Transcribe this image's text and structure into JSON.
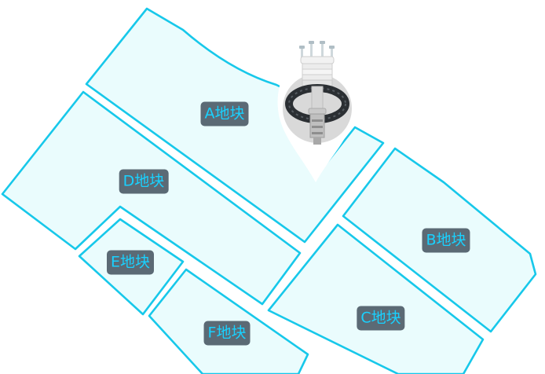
{
  "map": {
    "plot_fill": "#eafcfd",
    "plot_stroke": "#17c8ea",
    "label_bg": "#5b6a75",
    "label_text_color": "#19d1ff",
    "plots": [
      {
        "id": "a",
        "label": "A地块"
      },
      {
        "id": "b",
        "label": "B地块"
      },
      {
        "id": "c",
        "label": "C地块"
      },
      {
        "id": "d",
        "label": "D地块"
      },
      {
        "id": "e",
        "label": "E地块"
      },
      {
        "id": "f",
        "label": "F地块"
      }
    ]
  },
  "sensor_marker": {
    "icon": "weather-station-icon",
    "pin_color": "#ffffff"
  }
}
